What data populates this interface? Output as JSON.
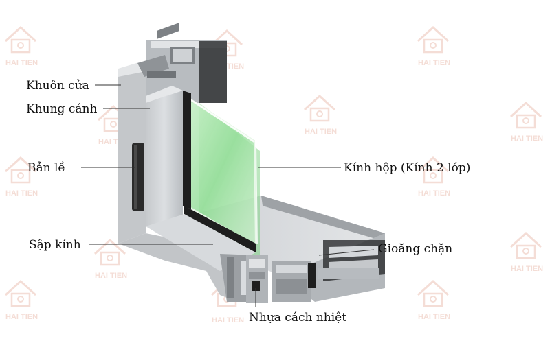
{
  "labels": {
    "khuon_cua": "Khuôn cửa",
    "khung_canh": "Khung cánh",
    "ban_le": "Bản lề",
    "sap_kinh": "Sập kính",
    "kinh_hop": "Kính hộp (Kính 2 lớp)",
    "gioang_chan": "Gioăng chặn",
    "nhua_cach_nhiet": "Nhựa cách nhiệt"
  },
  "watermark": {
    "text": "HAI TIEN",
    "icon": "house-logo-icon",
    "color": "#f1d2c8"
  },
  "colors": {
    "aluminum_light": "#d4d7da",
    "aluminum_mid": "#b6babe",
    "aluminum_dark": "#8f9397",
    "glass": "#a6e2a6",
    "gasket": "#1e1e1e"
  }
}
